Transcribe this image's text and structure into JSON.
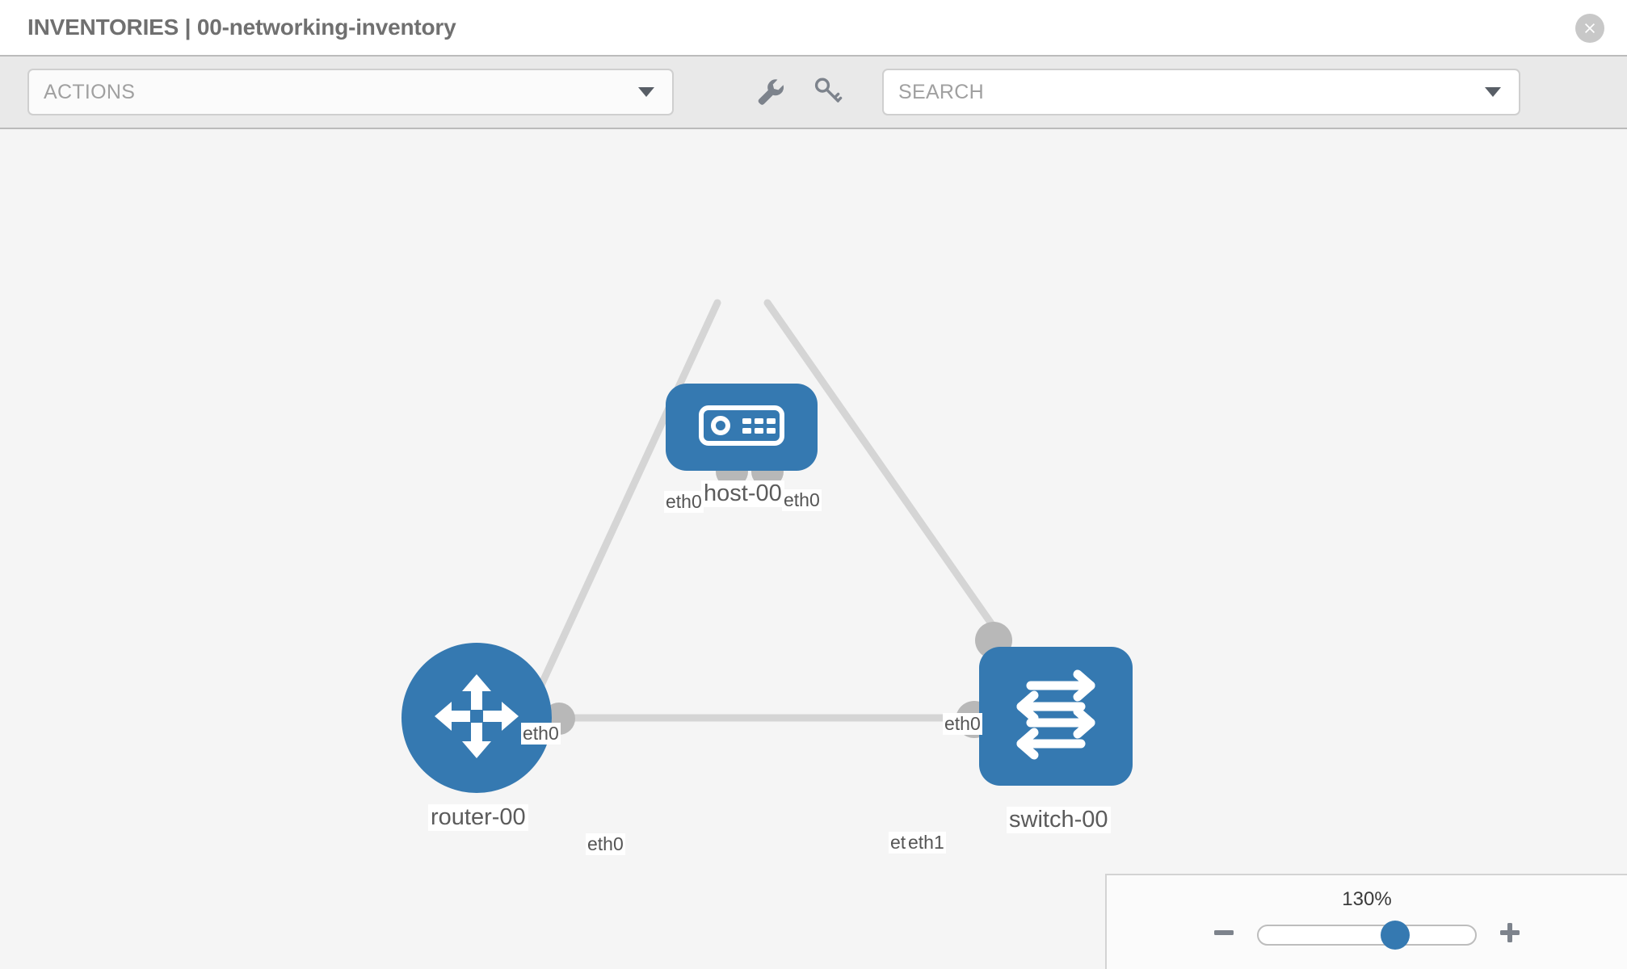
{
  "header": {
    "title": "INVENTORIES | 00-networking-inventory",
    "close_icon": "close-circle-icon"
  },
  "toolbar": {
    "actions_select": {
      "value": "ACTIONS",
      "caret_icon": "chevron-down-icon"
    },
    "wrench_icon": "wrench-icon",
    "key_icon": "key-icon",
    "search_select": {
      "placeholder": "SEARCH",
      "value": "SEARCH",
      "caret_icon": "chevron-down-icon"
    }
  },
  "topology": {
    "nodes": [
      {
        "id": "host-00",
        "label": "host-00",
        "icon": "server-device-icon",
        "type": "host"
      },
      {
        "id": "router-00",
        "label": "router-00",
        "icon": "router-arrows-icon",
        "type": "router"
      },
      {
        "id": "switch-00",
        "label": "switch-00",
        "icon": "switch-arrows-icon",
        "type": "switch"
      }
    ],
    "edge_labels": {
      "host_left": "eth0",
      "host_right": "eth0",
      "router_up": "eth0",
      "switch_up": "eth0",
      "router_right": "eth0",
      "switch_left_a": "eth",
      "switch_left_b": "eth1"
    },
    "edges": [
      {
        "from": "host-00",
        "to": "router-00",
        "from_port": "eth0",
        "to_port": "eth0"
      },
      {
        "from": "host-00",
        "to": "switch-00",
        "from_port": "eth0",
        "to_port": "eth0"
      },
      {
        "from": "router-00",
        "to": "switch-00",
        "from_port": "eth0",
        "to_port": "eth1"
      }
    ]
  },
  "zoom_control": {
    "value": "130%",
    "minus_icon": "minus-icon",
    "plus_icon": "plus-icon"
  },
  "colors": {
    "node_blue": "#3579b1",
    "canvas_bg": "#f5f5f5",
    "toolbar_bg": "#e9e9e9",
    "edge_gray": "#d5d5d5",
    "nub_gray": "#b8b8b8",
    "title_gray": "#707070"
  }
}
